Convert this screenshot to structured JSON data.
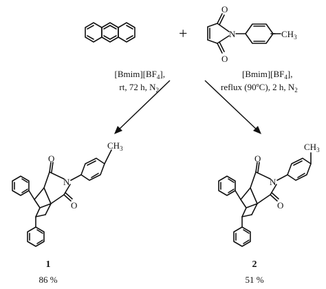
{
  "reactants": {
    "plus": "+",
    "maleimide_atoms": {
      "o_top": "O",
      "n": "N",
      "o_bottom": "O",
      "ch3": "CH",
      "ch3_sub": "3"
    }
  },
  "left_condition": {
    "line1_a": "[Bmim][BF",
    "line1_sub": "4",
    "line1_b": "],",
    "line2_a": "rt, 72 h, N",
    "line2_sub": "2"
  },
  "right_condition": {
    "line1_a": "[Bmim][BF",
    "line1_sub": "4",
    "line1_b": "],",
    "line2_a": "reflux (90ºC), 2 h, N",
    "line2_sub": "2"
  },
  "product1": {
    "atoms": {
      "o_top": "O",
      "n": "N",
      "o_bottom": "O",
      "ch3": "CH",
      "ch3_sub": "3"
    },
    "label": "1",
    "yield": "86 %"
  },
  "product2": {
    "atoms": {
      "o_top": "O",
      "n": "N",
      "o_bottom": "O",
      "ch3": "CH",
      "ch3_sub": "3"
    },
    "label": "2",
    "yield": "51 %"
  }
}
